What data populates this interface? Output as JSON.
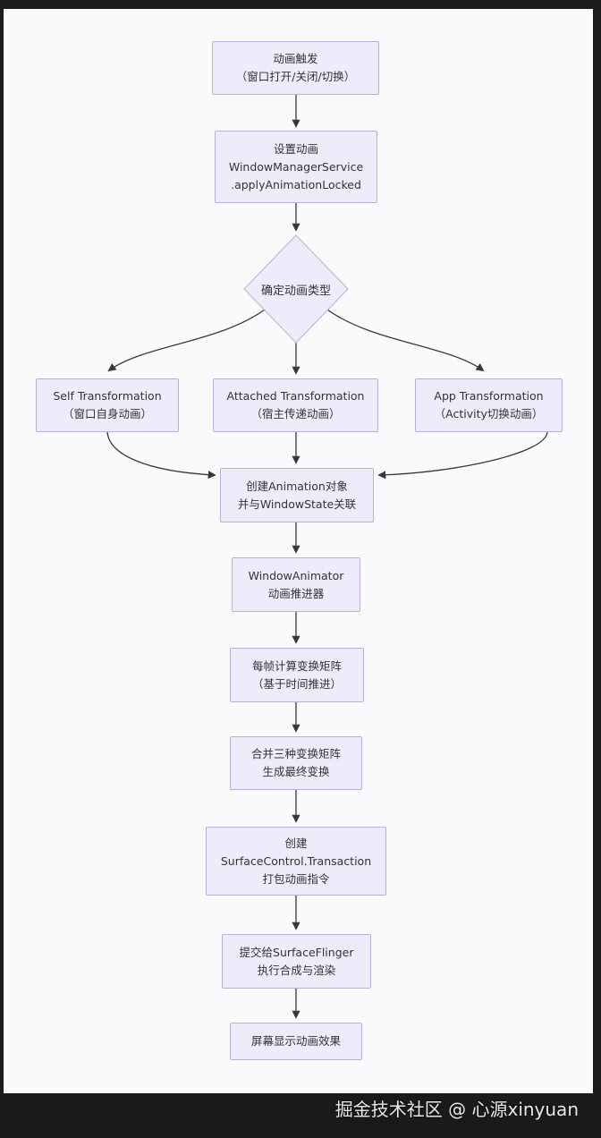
{
  "theme": {
    "frame_bg": "#1c1c1e",
    "canvas_bg": "#f8fafc",
    "node_fill": "#ececfb",
    "node_border": "#b4b2dd",
    "node_text": "#333333",
    "arrow_color": "#383838",
    "footer_text_color": "#e9e9e9"
  },
  "flowchart": {
    "nodes": [
      {
        "id": "animation-trigger",
        "shape": "rect",
        "lines": [
          "动画触发",
          "（窗口打开/关闭/切换）"
        ]
      },
      {
        "id": "set-animation",
        "shape": "rect",
        "lines": [
          "设置动画",
          "WindowManagerService",
          ".applyAnimationLocked"
        ]
      },
      {
        "id": "decide-animation-type",
        "shape": "diamond",
        "lines": [
          "确定动画类型"
        ]
      },
      {
        "id": "self-transformation",
        "shape": "rect",
        "lines": [
          "Self Transformation",
          "（窗口自身动画）"
        ]
      },
      {
        "id": "attached-transformation",
        "shape": "rect",
        "lines": [
          "Attached Transformation",
          "（宿主传递动画）"
        ]
      },
      {
        "id": "app-transformation",
        "shape": "rect",
        "lines": [
          "App Transformation",
          "（Activity切换动画）"
        ]
      },
      {
        "id": "create-animation-object",
        "shape": "rect",
        "lines": [
          "创建Animation对象",
          "并与WindowState关联"
        ]
      },
      {
        "id": "window-animator",
        "shape": "rect",
        "lines": [
          "WindowAnimator",
          "动画推进器"
        ]
      },
      {
        "id": "per-frame-matrix",
        "shape": "rect",
        "lines": [
          "每帧计算变换矩阵",
          "（基于时间推进）"
        ]
      },
      {
        "id": "merge-matrices",
        "shape": "rect",
        "lines": [
          "合并三种变换矩阵",
          "生成最终变换"
        ]
      },
      {
        "id": "surface-control-transaction",
        "shape": "rect",
        "lines": [
          "创建",
          "SurfaceControl.Transaction",
          "打包动画指令"
        ]
      },
      {
        "id": "submit-surfaceflinger",
        "shape": "rect",
        "lines": [
          "提交给SurfaceFlinger",
          "执行合成与渲染"
        ]
      },
      {
        "id": "screen-display",
        "shape": "rect",
        "lines": [
          "屏幕显示动画效果"
        ]
      }
    ]
  },
  "footer": {
    "credit": "掘金技术社区 @ 心源xinyuan"
  }
}
